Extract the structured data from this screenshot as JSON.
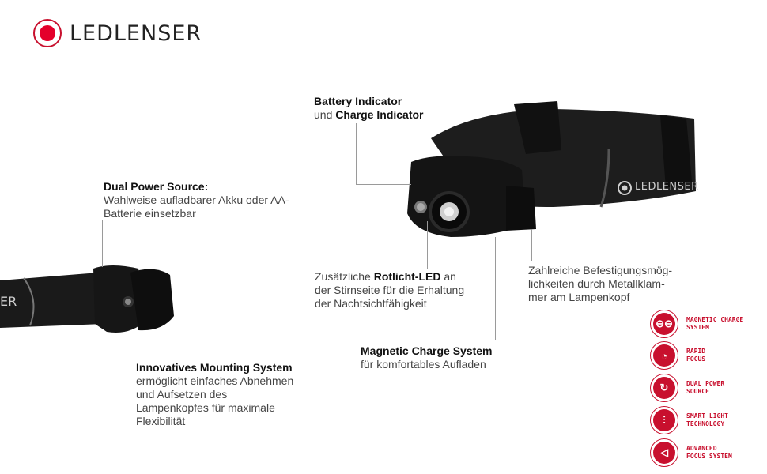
{
  "brand": {
    "logo_text": "LEDLENSER",
    "headband_text": "LEDLENSER"
  },
  "callouts": {
    "battery": {
      "line1_bold": "Battery Indicator",
      "line2_pre": "und ",
      "line2_bold": "Charge Indicator"
    },
    "dual_power": {
      "title": "Dual Power Source:",
      "text": "Wahlweise aufladbarer Akku oder AA-Batterie einsetzbar"
    },
    "rotlicht": {
      "pre": "Zusätzliche ",
      "bold": "Rotlicht-LED",
      "post": " an der Stirnseite für die Erhaltung der Nachtsichtfähigkeit"
    },
    "befestigung": {
      "text": "Zahlreiche Befestigungsmög-lichkeiten durch Metallklam-mer am Lampenkopf"
    },
    "magnetic": {
      "title": "Magnetic Charge System",
      "text": "für komfortables Aufladen"
    },
    "mounting": {
      "title": "Innovatives Mounting System",
      "text": "ermöglicht einfaches Abnehmen und Aufsetzen des Lampenkopfes für maximale Flexibilität"
    }
  },
  "features": [
    {
      "line1": "MAGNETIC CHARGE",
      "line2": "SYSTEM",
      "icon": "magnetic-charge-icon"
    },
    {
      "line1": "RAPID",
      "line2": "FOCUS",
      "icon": "rapid-focus-icon"
    },
    {
      "line1": "DUAL POWER",
      "line2": "SOURCE",
      "icon": "dual-power-icon"
    },
    {
      "line1": "SMART LIGHT",
      "line2": "TECHNOLOGY",
      "icon": "smart-light-icon"
    },
    {
      "line1": "ADVANCED",
      "line2": "FOCUS SYSTEM",
      "icon": "advanced-focus-icon"
    }
  ],
  "colors": {
    "brand_red": "#c8102e",
    "headlamp_black": "#1a1a1a"
  }
}
